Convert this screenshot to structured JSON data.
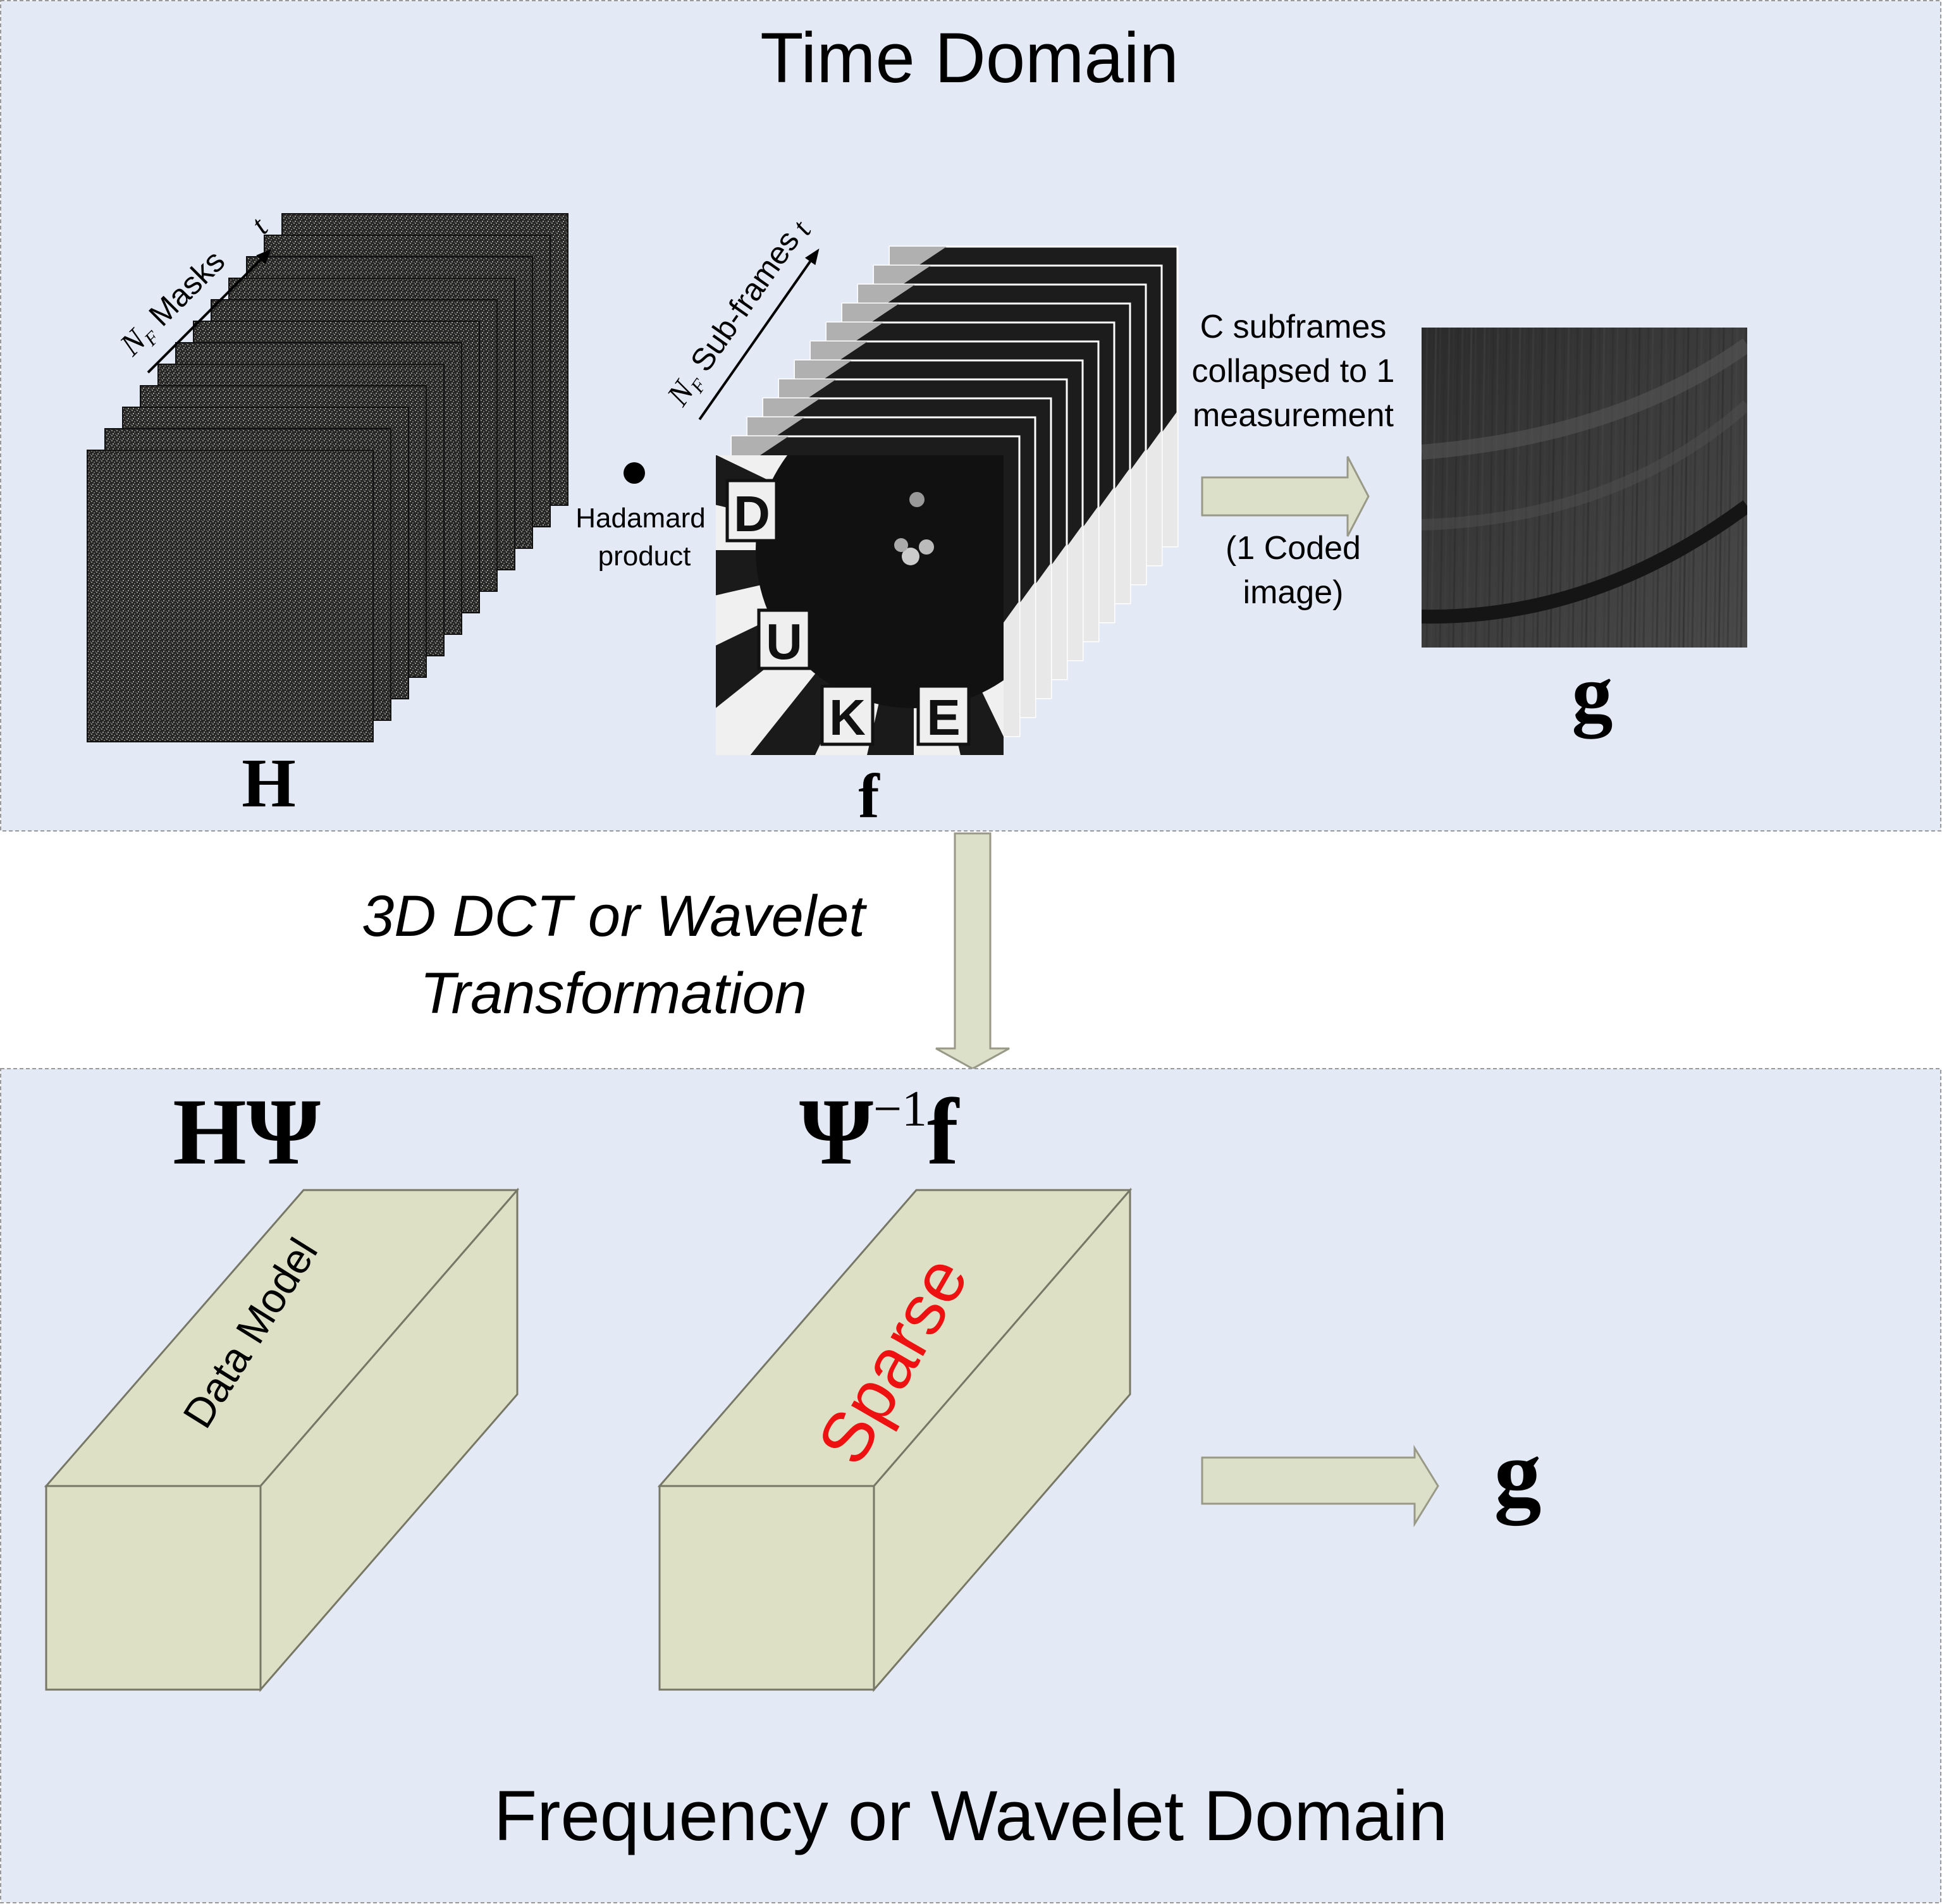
{
  "top_panel": {
    "title": "Time Domain",
    "masks_label": {
      "symbol": "N",
      "subscript": "F",
      "text": " Masks",
      "axis": "t"
    },
    "subframes_label": {
      "symbol": "N",
      "subscript": "F",
      "text": " Sub-frames",
      "axis": "t"
    },
    "hadamard_lines": [
      "Hadamard",
      "product"
    ],
    "collapse_lines": [
      "C subframes",
      "collapsed to 1",
      "measurement"
    ],
    "coded_lines": [
      "(1 Coded",
      "image)"
    ],
    "label_H": "H",
    "label_f": "f",
    "label_g": "g",
    "subframe_letters": [
      "D",
      "U",
      "K",
      "E"
    ]
  },
  "transform_lines": [
    "3D DCT or Wavelet",
    "Transformation"
  ],
  "bottom_panel": {
    "title": "Frequency or Wavelet Domain",
    "label_HPsi": "HΨ",
    "label_psi_base": "Ψ",
    "label_psi_exp": "−1",
    "label_psi_f": "f",
    "box1_text": "Data Model",
    "box2_text": "Sparse",
    "label_g": "g"
  },
  "colors": {
    "panel_bg": "#e3e9f5",
    "arrow_fill": "#dde0c8",
    "box_fill": "#dde0c5",
    "sparse_text": "#ee1111",
    "noise_dark": "#1f1f1f",
    "noise_light": "#8a8a7e"
  }
}
